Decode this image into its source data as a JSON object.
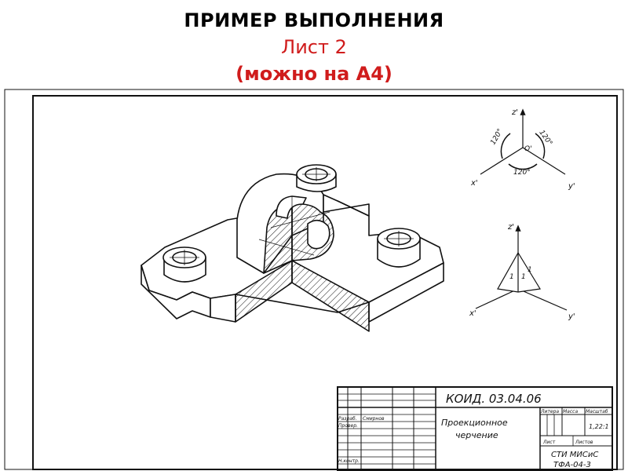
{
  "header": {
    "title": "ПРИМЕР ВЫПОЛНЕНИЯ",
    "subtitle": "Лист 2",
    "note": "(можно на А4)"
  },
  "axes_top": {
    "z": "z'",
    "x": "x'",
    "y": "y'",
    "origin": "O'",
    "angle_left": "120°",
    "angle_right": "120°",
    "angle_bottom": "120°"
  },
  "axes_bottom": {
    "z": "z'",
    "x": "x'",
    "y": "y'",
    "n1": "1",
    "n2": "1",
    "n3": "1"
  },
  "title_block": {
    "code": "КОИД. 03.04.06",
    "name_line1": "Проекционное",
    "name_line2": "черчение",
    "col_litera": "Литера",
    "col_massa": "Масса",
    "col_masshtab": "Масштаб",
    "scale": "1,22:1",
    "sheet": "Лист",
    "sheets": "Листов",
    "row_razrab": "Разраб.",
    "row_prov": "Провер.",
    "row_nkontr": "Н.контр.",
    "author": "Смирнов",
    "org_line1": "СТИ МИСиС",
    "org_line2": "ТФА-04-3"
  }
}
